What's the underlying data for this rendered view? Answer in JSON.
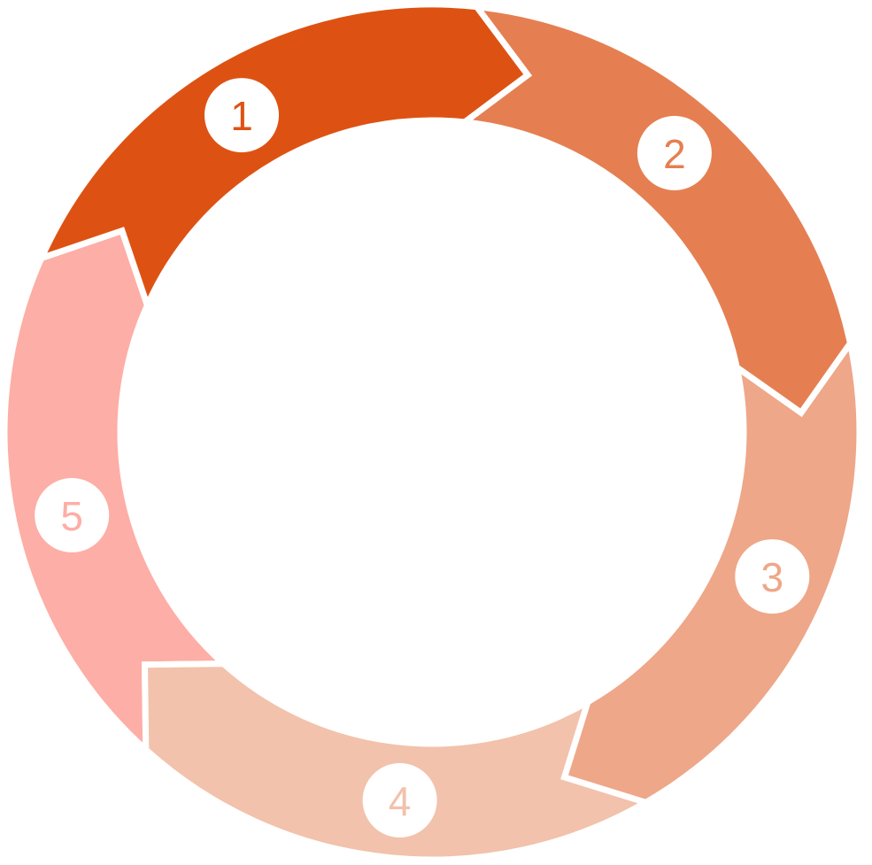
{
  "diagram": {
    "steps": [
      {
        "label": "1",
        "color": "#dd5213"
      },
      {
        "label": "2",
        "color": "#e57f51"
      },
      {
        "label": "3",
        "color": "#eea788"
      },
      {
        "label": "4",
        "color": "#f2c2ac"
      },
      {
        "label": "5",
        "color": "#fdaea6"
      }
    ]
  }
}
